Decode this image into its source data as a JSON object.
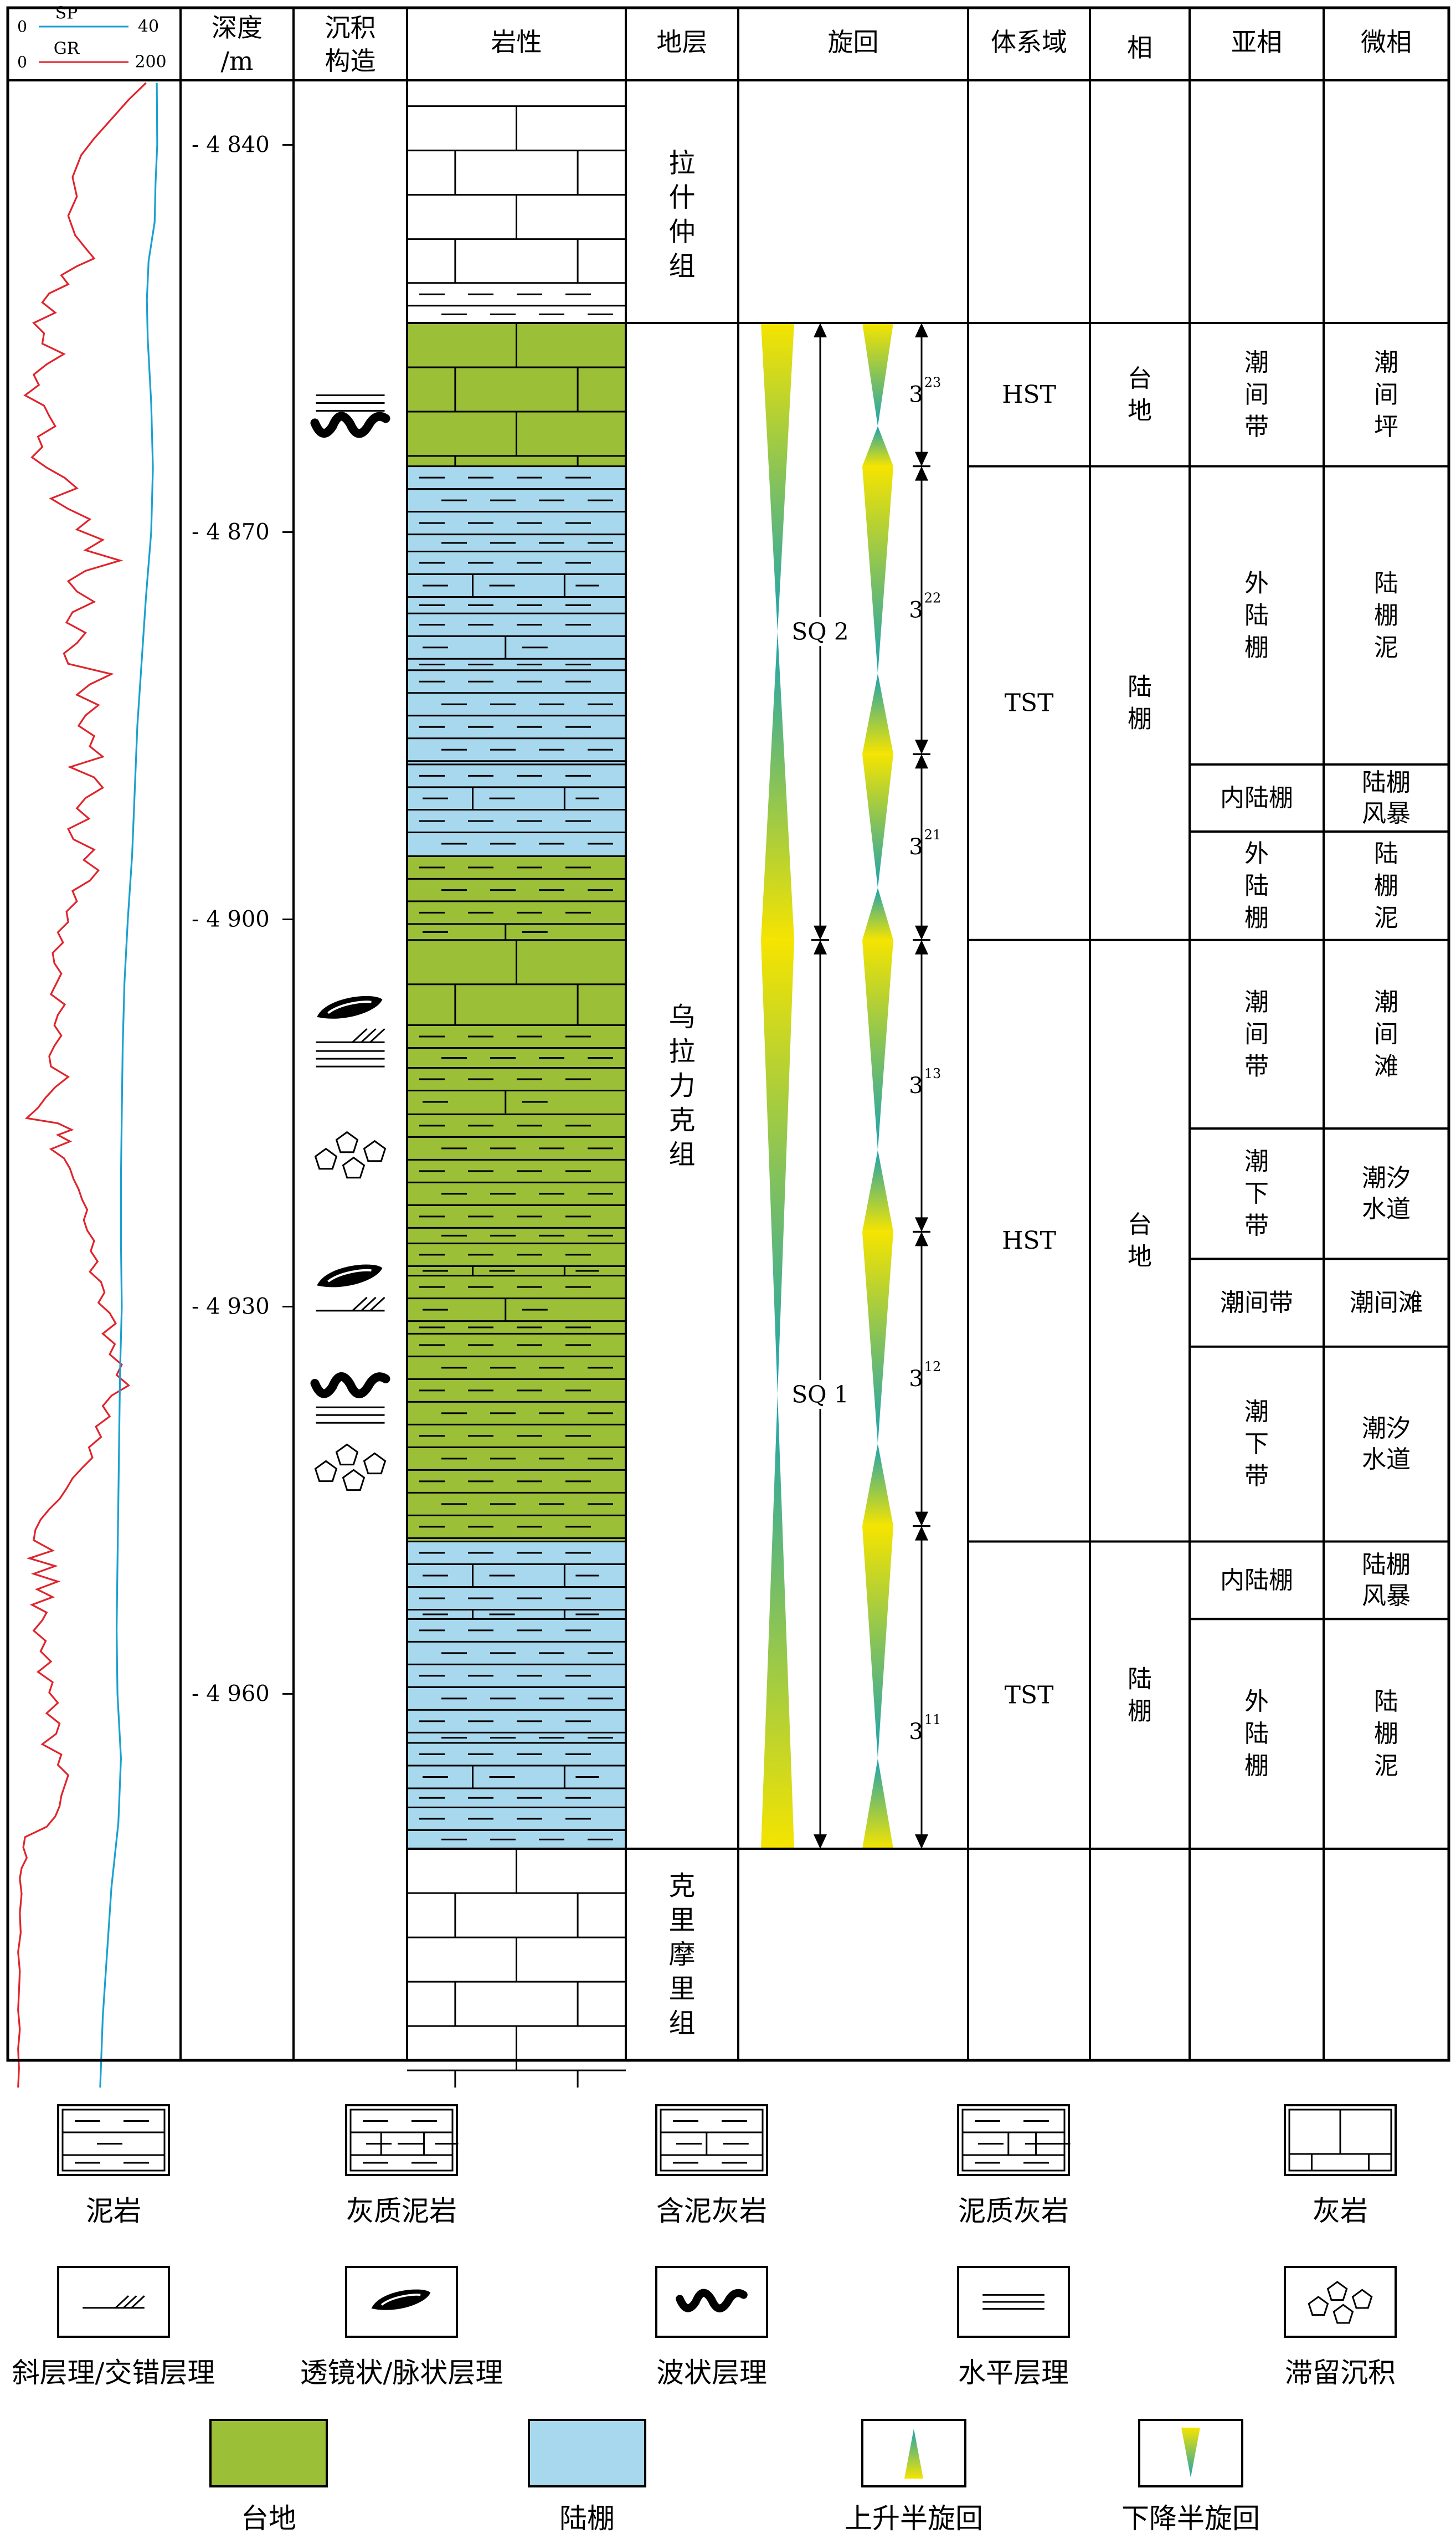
{
  "colors": {
    "platform": "#9bbf37",
    "shelf": "#a8d8ee",
    "gr_curve": "#e0242c",
    "sp_curve": "#1aa0d0",
    "cycle_yellow": "#f5e400",
    "cycle_teal": "#1aa2b0"
  },
  "log": {
    "sp_label": "SP",
    "sp_min": "0",
    "sp_max": "40",
    "gr_label": "GR",
    "gr_min": "0",
    "gr_max": "200"
  },
  "headers": {
    "depth": [
      "深度",
      "/m"
    ],
    "structure": [
      "沉积",
      "构造"
    ],
    "lithology": "岩性",
    "formation": "地层",
    "cycle": "旋回",
    "systems_tract": "体系域",
    "facies": "相",
    "subfacies": "亚相",
    "microfacies": "微相"
  },
  "depth_ticks": [
    {
      "depth": 4840,
      "label": "4 840"
    },
    {
      "depth": 4870,
      "label": "4 870"
    },
    {
      "depth": 4900,
      "label": "4 900"
    },
    {
      "depth": 4930,
      "label": "4 930"
    },
    {
      "depth": 4960,
      "label": "4 960"
    }
  ],
  "formations": [
    {
      "name": "拉什仲组",
      "top": 4837.0,
      "bottom": 4853.8
    },
    {
      "name": "乌拉力克组",
      "top": 4853.8,
      "bottom": 4972.0
    },
    {
      "name": "克里摩里组",
      "top": 4972.0,
      "bottom": 4990.5
    }
  ],
  "sequences": [
    {
      "label": "SQ 2",
      "top": 4853.8,
      "bottom": 4901.6
    },
    {
      "label": "SQ 1",
      "top": 4901.6,
      "bottom": 4972.0
    }
  ],
  "cycles": [
    {
      "label": "3",
      "sup": "23",
      "top": 4853.8,
      "bottom": 4864.9
    },
    {
      "label": "3",
      "sup": "22",
      "top": 4864.9,
      "bottom": 4887.2
    },
    {
      "label": "3",
      "sup": "21",
      "top": 4887.2,
      "bottom": 4901.6
    },
    {
      "label": "3",
      "sup": "13",
      "top": 4901.6,
      "bottom": 4924.2
    },
    {
      "label": "3",
      "sup": "12",
      "top": 4924.2,
      "bottom": 4947.0
    },
    {
      "label": "3",
      "sup": "11",
      "top": 4947.0,
      "bottom": 4972.0
    }
  ],
  "systems_tracts": [
    {
      "name": "HST",
      "top": 4853.8,
      "bottom": 4864.9
    },
    {
      "name": "TST",
      "top": 4864.9,
      "bottom": 4901.6
    },
    {
      "name": "HST",
      "top": 4901.6,
      "bottom": 4948.2
    },
    {
      "name": "TST",
      "top": 4948.2,
      "bottom": 4972.0
    }
  ],
  "facies": [
    {
      "name": "台地",
      "top": 4853.8,
      "bottom": 4864.9
    },
    {
      "name": "陆棚",
      "top": 4864.9,
      "bottom": 4901.6
    },
    {
      "name": "台地",
      "top": 4901.6,
      "bottom": 4948.2
    },
    {
      "name": "陆棚",
      "top": 4948.2,
      "bottom": 4972.0
    }
  ],
  "subfacies": [
    {
      "name": "潮间带",
      "top": 4853.8,
      "bottom": 4864.9
    },
    {
      "name": "外陆棚",
      "top": 4864.9,
      "bottom": 4888.0
    },
    {
      "name": "内陆棚",
      "top": 4888.0,
      "bottom": 4893.2
    },
    {
      "name": "外陆棚",
      "top": 4893.2,
      "bottom": 4901.6
    },
    {
      "name": "潮间带",
      "top": 4901.6,
      "bottom": 4916.2
    },
    {
      "name": "潮下带",
      "top": 4916.2,
      "bottom": 4926.3
    },
    {
      "name": "潮间带",
      "top": 4926.3,
      "bottom": 4933.1
    },
    {
      "name": "潮下带",
      "top": 4933.1,
      "bottom": 4948.2
    },
    {
      "name": "内陆棚",
      "top": 4948.2,
      "bottom": 4954.2
    },
    {
      "name": "外陆棚",
      "top": 4954.2,
      "bottom": 4972.0
    }
  ],
  "microfacies": [
    {
      "name": "潮间坪",
      "top": 4853.8,
      "bottom": 4864.9
    },
    {
      "name": "陆棚泥",
      "top": 4864.9,
      "bottom": 4888.0
    },
    {
      "name": "陆棚风暴",
      "top": 4888.0,
      "bottom": 4893.2
    },
    {
      "name": "陆棚泥",
      "top": 4893.2,
      "bottom": 4901.6
    },
    {
      "name": "潮间滩",
      "top": 4901.6,
      "bottom": 4916.2
    },
    {
      "name": "潮汐水道",
      "top": 4916.2,
      "bottom": 4926.3
    },
    {
      "name": "潮间滩",
      "top": 4926.3,
      "bottom": 4933.1
    },
    {
      "name": "潮汐水道",
      "top": 4933.1,
      "bottom": 4948.2
    },
    {
      "name": "陆棚风暴",
      "top": 4948.2,
      "bottom": 4954.2
    },
    {
      "name": "陆棚泥",
      "top": 4954.2,
      "bottom": 4972.0
    }
  ],
  "lithology": [
    {
      "top": 4837.0,
      "bottom": 4850.7,
      "rock": "limestone",
      "facies": "none"
    },
    {
      "top": 4850.7,
      "bottom": 4853.8,
      "rock": "mudstone",
      "facies": "none"
    },
    {
      "top": 4853.8,
      "bottom": 4864.9,
      "rock": "limestone",
      "facies": "platform"
    },
    {
      "top": 4864.9,
      "bottom": 4871.5,
      "rock": "mudstone",
      "facies": "shelf"
    },
    {
      "top": 4871.5,
      "bottom": 4876.3,
      "rock": "calcareous_mudstone",
      "facies": "shelf"
    },
    {
      "top": 4876.3,
      "bottom": 4880.7,
      "rock": "muddy_limestone",
      "facies": "shelf"
    },
    {
      "top": 4880.7,
      "bottom": 4888.0,
      "rock": "mudstone",
      "facies": "shelf"
    },
    {
      "top": 4888.0,
      "bottom": 4891.5,
      "rock": "calcareous_mudstone",
      "facies": "shelf"
    },
    {
      "top": 4891.5,
      "bottom": 4895.1,
      "rock": "mudstone",
      "facies": "shelf"
    },
    {
      "top": 4895.1,
      "bottom": 4898.6,
      "rock": "mudstone",
      "facies": "platform"
    },
    {
      "top": 4898.6,
      "bottom": 4901.6,
      "rock": "muddy_limestone",
      "facies": "platform"
    },
    {
      "top": 4901.6,
      "bottom": 4908.2,
      "rock": "limestone",
      "facies": "platform"
    },
    {
      "top": 4908.2,
      "bottom": 4911.5,
      "rock": "mudstone",
      "facies": "platform"
    },
    {
      "top": 4911.5,
      "bottom": 4915.1,
      "rock": "muddy_limestone",
      "facies": "platform"
    },
    {
      "top": 4915.1,
      "bottom": 4925.1,
      "rock": "mudstone",
      "facies": "platform"
    },
    {
      "top": 4925.1,
      "bottom": 4927.6,
      "rock": "calcareous_mudstone",
      "facies": "platform"
    },
    {
      "top": 4927.6,
      "bottom": 4932.1,
      "rock": "muddy_limestone",
      "facies": "platform"
    },
    {
      "top": 4932.1,
      "bottom": 4948.2,
      "rock": "mudstone",
      "facies": "platform"
    },
    {
      "top": 4948.2,
      "bottom": 4954.2,
      "rock": "calcareous_mudstone",
      "facies": "shelf"
    },
    {
      "top": 4954.2,
      "bottom": 4963.8,
      "rock": "mudstone",
      "facies": "shelf"
    },
    {
      "top": 4963.8,
      "bottom": 4968.8,
      "rock": "calcareous_mudstone",
      "facies": "shelf"
    },
    {
      "top": 4968.8,
      "bottom": 4972.0,
      "rock": "mudstone",
      "facies": "shelf"
    },
    {
      "top": 4972.0,
      "bottom": 4990.5,
      "rock": "limestone",
      "facies": "none"
    }
  ],
  "structures": [
    {
      "type": "horizontal",
      "depth": 4860.0
    },
    {
      "type": "wavy",
      "depth": 4861.8
    },
    {
      "type": "lenticular",
      "depth": 4907.0
    },
    {
      "type": "oblique",
      "depth": 4909.0
    },
    {
      "type": "horizontal",
      "depth": 4910.8
    },
    {
      "type": "lag",
      "depth": 4918.2
    },
    {
      "type": "lenticular",
      "depth": 4927.8
    },
    {
      "type": "oblique",
      "depth": 4929.8
    },
    {
      "type": "wavy",
      "depth": 4936.2
    },
    {
      "type": "horizontal",
      "depth": 4938.4
    },
    {
      "type": "lag",
      "depth": 4942.4
    }
  ],
  "gr_curve": [
    [
      4835.2,
      160
    ],
    [
      4836.5,
      140
    ],
    [
      4838.0,
      120
    ],
    [
      4839.5,
      100
    ],
    [
      4840.8,
      85
    ],
    [
      4842.5,
      75
    ],
    [
      4844.0,
      80
    ],
    [
      4845.5,
      70
    ],
    [
      4847.0,
      78
    ],
    [
      4848.0,
      90
    ],
    [
      4848.8,
      100
    ],
    [
      4849.4,
      80
    ],
    [
      4850.1,
      62
    ],
    [
      4850.8,
      70
    ],
    [
      4851.5,
      48
    ],
    [
      4852.2,
      40
    ],
    [
      4853.0,
      55
    ],
    [
      4853.8,
      30
    ],
    [
      4854.6,
      42
    ],
    [
      4855.4,
      40
    ],
    [
      4856.2,
      65
    ],
    [
      4857.0,
      45
    ],
    [
      4857.8,
      30
    ],
    [
      4858.6,
      36
    ],
    [
      4859.4,
      20
    ],
    [
      4860.2,
      42
    ],
    [
      4861.0,
      48
    ],
    [
      4861.8,
      55
    ],
    [
      4862.6,
      35
    ],
    [
      4863.4,
      40
    ],
    [
      4864.2,
      28
    ],
    [
      4865.0,
      45
    ],
    [
      4865.8,
      66
    ],
    [
      4866.6,
      80
    ],
    [
      4867.4,
      50
    ],
    [
      4868.2,
      70
    ],
    [
      4869.0,
      95
    ],
    [
      4869.8,
      80
    ],
    [
      4870.6,
      110
    ],
    [
      4871.4,
      90
    ],
    [
      4872.2,
      130
    ],
    [
      4873.0,
      90
    ],
    [
      4873.8,
      70
    ],
    [
      4874.6,
      80
    ],
    [
      4875.4,
      100
    ],
    [
      4876.2,
      75
    ],
    [
      4877.0,
      68
    ],
    [
      4877.8,
      90
    ],
    [
      4878.6,
      80
    ],
    [
      4879.4,
      65
    ],
    [
      4880.2,
      70
    ],
    [
      4881.0,
      120
    ],
    [
      4881.8,
      95
    ],
    [
      4882.6,
      80
    ],
    [
      4883.4,
      105
    ],
    [
      4884.2,
      90
    ],
    [
      4885.0,
      82
    ],
    [
      4885.8,
      100
    ],
    [
      4886.6,
      95
    ],
    [
      4887.4,
      110
    ],
    [
      4888.2,
      72
    ],
    [
      4889.0,
      100
    ],
    [
      4889.8,
      110
    ],
    [
      4890.6,
      90
    ],
    [
      4891.4,
      80
    ],
    [
      4892.2,
      94
    ],
    [
      4893.0,
      70
    ],
    [
      4893.8,
      76
    ],
    [
      4894.6,
      100
    ],
    [
      4895.4,
      88
    ],
    [
      4896.2,
      105
    ],
    [
      4897.0,
      95
    ],
    [
      4897.8,
      75
    ],
    [
      4898.6,
      80
    ],
    [
      4899.4,
      68
    ],
    [
      4900.2,
      70
    ],
    [
      4901.0,
      58
    ],
    [
      4901.8,
      64
    ],
    [
      4902.6,
      52
    ],
    [
      4903.4,
      54
    ],
    [
      4904.2,
      62
    ],
    [
      4905.0,
      56
    ],
    [
      4905.8,
      50
    ],
    [
      4906.6,
      66
    ],
    [
      4907.4,
      58
    ],
    [
      4908.2,
      54
    ],
    [
      4909.0,
      62
    ],
    [
      4909.8,
      54
    ],
    [
      4910.6,
      48
    ],
    [
      4911.4,
      50
    ],
    [
      4912.2,
      70
    ],
    [
      4913.0,
      55
    ],
    [
      4913.8,
      44
    ],
    [
      4914.6,
      35
    ],
    [
      4915.4,
      22
    ],
    [
      4915.8,
      58
    ],
    [
      4916.3,
      74
    ],
    [
      4916.7,
      58
    ],
    [
      4917.2,
      72
    ],
    [
      4917.8,
      50
    ],
    [
      4918.5,
      65
    ],
    [
      4919.3,
      72
    ],
    [
      4920.1,
      76
    ],
    [
      4920.9,
      82
    ],
    [
      4921.7,
      86
    ],
    [
      4922.5,
      92
    ],
    [
      4923.3,
      88
    ],
    [
      4924.1,
      92
    ],
    [
      4924.9,
      100
    ],
    [
      4925.7,
      96
    ],
    [
      4926.5,
      104
    ],
    [
      4927.3,
      95
    ],
    [
      4928.1,
      108
    ],
    [
      4928.9,
      112
    ],
    [
      4929.7,
      105
    ],
    [
      4930.5,
      118
    ],
    [
      4931.3,
      125
    ],
    [
      4932.1,
      110
    ],
    [
      4932.9,
      124
    ],
    [
      4933.7,
      118
    ],
    [
      4934.5,
      132
    ],
    [
      4935.3,
      126
    ],
    [
      4936.1,
      140
    ],
    [
      4936.9,
      120
    ],
    [
      4937.7,
      110
    ],
    [
      4938.5,
      118
    ],
    [
      4939.3,
      102
    ],
    [
      4940.1,
      108
    ],
    [
      4940.9,
      94
    ],
    [
      4941.7,
      98
    ],
    [
      4942.5,
      86
    ],
    [
      4943.3,
      75
    ],
    [
      4944.1,
      68
    ],
    [
      4944.9,
      60
    ],
    [
      4945.7,
      48
    ],
    [
      4946.5,
      38
    ],
    [
      4947.3,
      32
    ],
    [
      4948.1,
      30
    ],
    [
      4948.9,
      52
    ],
    [
      4949.5,
      25
    ],
    [
      4950.1,
      55
    ],
    [
      4950.7,
      30
    ],
    [
      4951.3,
      58
    ],
    [
      4951.9,
      34
    ],
    [
      4952.5,
      52
    ],
    [
      4953.1,
      28
    ],
    [
      4953.7,
      45
    ],
    [
      4954.3,
      40
    ],
    [
      4955.1,
      30
    ],
    [
      4955.9,
      44
    ],
    [
      4956.7,
      38
    ],
    [
      4957.5,
      50
    ],
    [
      4958.3,
      35
    ],
    [
      4959.1,
      52
    ],
    [
      4959.9,
      48
    ],
    [
      4960.7,
      58
    ],
    [
      4961.5,
      45
    ],
    [
      4962.3,
      60
    ],
    [
      4963.1,
      56
    ],
    [
      4963.9,
      40
    ],
    [
      4964.7,
      62
    ],
    [
      4965.5,
      58
    ],
    [
      4966.3,
      70
    ],
    [
      4967.1,
      66
    ],
    [
      4967.9,
      62
    ],
    [
      4968.7,
      60
    ],
    [
      4969.5,
      55
    ],
    [
      4970.3,
      45
    ],
    [
      4971.1,
      20
    ],
    [
      4971.9,
      18
    ],
    [
      4972.7,
      22
    ],
    [
      4973.5,
      16
    ],
    [
      4974.3,
      14
    ],
    [
      4975.5,
      16
    ],
    [
      4977.0,
      14
    ],
    [
      4978.5,
      15
    ],
    [
      4980.0,
      12
    ],
    [
      4981.5,
      14
    ],
    [
      4983.0,
      13
    ],
    [
      4984.5,
      12
    ],
    [
      4986.0,
      14
    ],
    [
      4987.5,
      12
    ],
    [
      4989.0,
      13
    ],
    [
      4990.5,
      12
    ]
  ],
  "sp_curve": [
    [
      4835.2,
      34.5
    ],
    [
      4840.0,
      34.6
    ],
    [
      4843.0,
      34.2
    ],
    [
      4846.0,
      34.0
    ],
    [
      4849.0,
      32.6
    ],
    [
      4852.0,
      32.2
    ],
    [
      4855.0,
      32.4
    ],
    [
      4860.0,
      33.2
    ],
    [
      4865.0,
      33.6
    ],
    [
      4870.0,
      33.2
    ],
    [
      4875.0,
      32.0
    ],
    [
      4880.0,
      31.0
    ],
    [
      4885.0,
      30.0
    ],
    [
      4890.0,
      29.4
    ],
    [
      4895.0,
      28.8
    ],
    [
      4900.0,
      27.8
    ],
    [
      4905.0,
      27.0
    ],
    [
      4910.0,
      26.6
    ],
    [
      4915.0,
      26.4
    ],
    [
      4920.0,
      26.2
    ],
    [
      4925.0,
      26.2
    ],
    [
      4930.0,
      26.4
    ],
    [
      4935.0,
      26.0
    ],
    [
      4940.0,
      25.8
    ],
    [
      4945.0,
      25.6
    ],
    [
      4950.0,
      25.4
    ],
    [
      4955.0,
      25.2
    ],
    [
      4960.0,
      25.4
    ],
    [
      4965.0,
      26.2
    ],
    [
      4970.0,
      25.6
    ],
    [
      4975.0,
      24.0
    ],
    [
      4980.0,
      23.0
    ],
    [
      4985.0,
      22.0
    ],
    [
      4990.5,
      21.4
    ]
  ],
  "legend": {
    "rocks": [
      {
        "key": "mudstone",
        "label": "泥岩"
      },
      {
        "key": "calcareous_mudstone",
        "label": "灰质泥岩"
      },
      {
        "key": "muddy_limestone",
        "label": "含泥灰岩"
      },
      {
        "key": "marly_limestone",
        "label": "泥质灰岩"
      },
      {
        "key": "limestone",
        "label": "灰岩"
      }
    ],
    "structures": [
      {
        "key": "oblique",
        "label": "斜层理/交错层理"
      },
      {
        "key": "lenticular",
        "label": "透镜状/脉状层理"
      },
      {
        "key": "wavy",
        "label": "波状层理"
      },
      {
        "key": "horizontal",
        "label": "水平层理"
      },
      {
        "key": "lag",
        "label": "滞留沉积"
      }
    ],
    "facies": [
      {
        "key": "platform",
        "label": "台地"
      },
      {
        "key": "shelf",
        "label": "陆棚"
      },
      {
        "key": "rising",
        "label": "上升半旋回"
      },
      {
        "key": "falling",
        "label": "下降半旋回"
      }
    ]
  }
}
